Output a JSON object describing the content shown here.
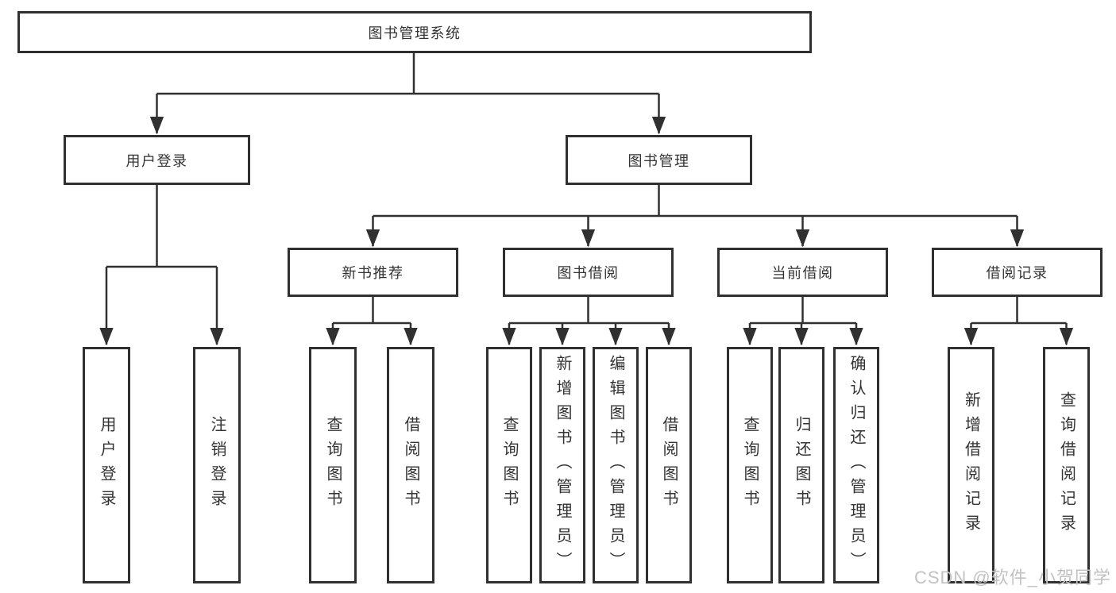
{
  "diagram": {
    "type": "hierarchy-tree",
    "nodes": {
      "root": "图书管理系统",
      "user_login": "用户登录",
      "book_mgmt": "图书管理",
      "new_book_rec": "新书推荐",
      "book_borrow": "图书借阅",
      "current_borrow": "当前借阅",
      "borrow_records": "借阅记录",
      "leaf_user_login": "用户登录",
      "leaf_logout": "注销登录",
      "leaf_query_1": "查询图书",
      "leaf_borrow_1": "借阅图书",
      "leaf_query_2": "查询图书",
      "leaf_add_book": "新增图书（管理员）",
      "leaf_edit_book": "编辑图书（管理员）",
      "leaf_borrow_2": "借阅图书",
      "leaf_query_3": "查询图书",
      "leaf_return": "归还图书",
      "leaf_confirm_return": "确认归还（管理员）",
      "leaf_add_record": "新增借阅记录",
      "leaf_query_record": "查询借阅记录"
    },
    "edges": [
      {
        "from": "root",
        "to": [
          "user_login",
          "book_mgmt"
        ]
      },
      {
        "from": "user_login",
        "to": [
          "leaf_user_login",
          "leaf_logout"
        ]
      },
      {
        "from": "book_mgmt",
        "to": [
          "new_book_rec",
          "book_borrow",
          "current_borrow",
          "borrow_records"
        ]
      },
      {
        "from": "new_book_rec",
        "to": [
          "leaf_query_1",
          "leaf_borrow_1"
        ]
      },
      {
        "from": "book_borrow",
        "to": [
          "leaf_query_2",
          "leaf_add_book",
          "leaf_edit_book",
          "leaf_borrow_2"
        ]
      },
      {
        "from": "current_borrow",
        "to": [
          "leaf_query_3",
          "leaf_return",
          "leaf_confirm_return"
        ]
      },
      {
        "from": "borrow_records",
        "to": [
          "leaf_add_record",
          "leaf_query_record"
        ]
      }
    ],
    "colors": {
      "box_border": "#303030",
      "text": "#333333",
      "background": "#ffffff",
      "watermark": "#c2c2c2"
    }
  },
  "watermark": "CSDN @软件_小贺同学"
}
